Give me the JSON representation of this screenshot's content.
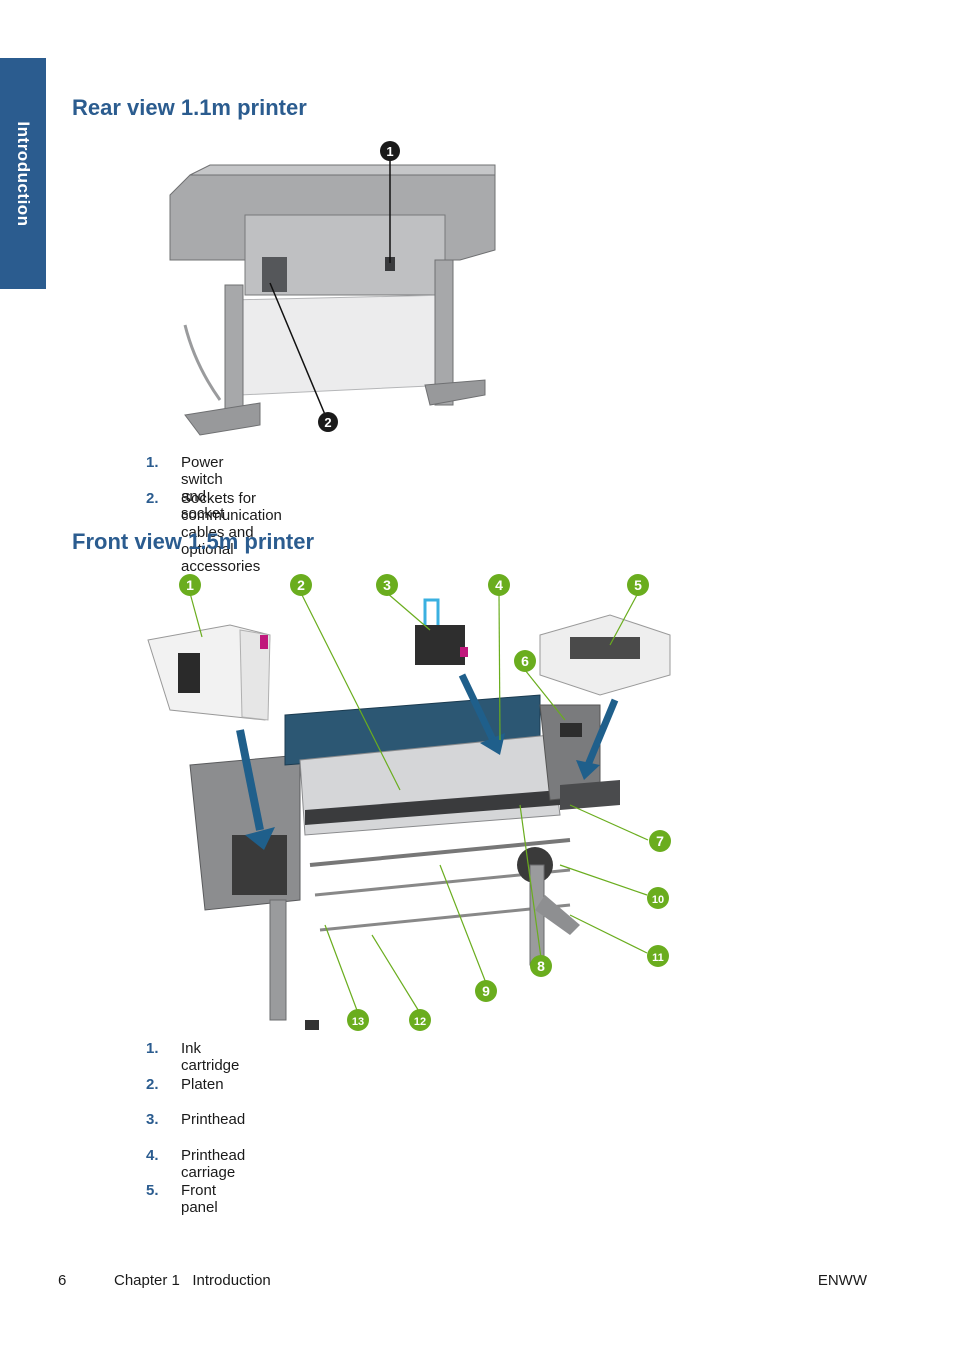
{
  "sidebar": {
    "tab_label": "Introduction"
  },
  "rear": {
    "heading": "Rear view 1.1m printer",
    "callouts": [
      "1",
      "2"
    ],
    "items": [
      {
        "num": "1.",
        "text": "Power switch and socket"
      },
      {
        "num": "2.",
        "text": "Sockets for communication cables and optional accessories"
      }
    ]
  },
  "front": {
    "heading": "Front view 1.5m printer",
    "callouts": [
      "1",
      "2",
      "3",
      "4",
      "5",
      "6",
      "7",
      "8",
      "9",
      "10",
      "11",
      "12",
      "13"
    ],
    "items": [
      {
        "num": "1.",
        "text": "Ink cartridge"
      },
      {
        "num": "2.",
        "text": "Platen"
      },
      {
        "num": "3.",
        "text": "Printhead"
      },
      {
        "num": "4.",
        "text": "Printhead carriage"
      },
      {
        "num": "5.",
        "text": "Front panel"
      }
    ]
  },
  "footer": {
    "page_number": "6",
    "chapter": "Chapter 1   Introduction",
    "right": "ENWW"
  },
  "colors": {
    "accent": "#2b5c8f",
    "callout_green": "#6aad1e"
  }
}
